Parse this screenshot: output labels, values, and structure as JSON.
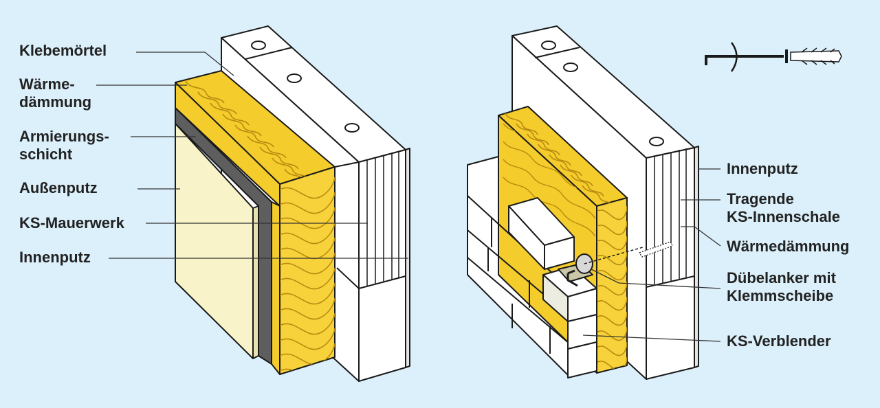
{
  "left_labels": [
    {
      "id": "klebemoertel",
      "lines": [
        "Klebemörtel"
      ]
    },
    {
      "id": "waermedaemmung",
      "lines": [
        "Wärme-",
        "dämmung"
      ]
    },
    {
      "id": "armierungsschicht",
      "lines": [
        "Armierungs-",
        "schicht"
      ]
    },
    {
      "id": "aussenputz",
      "lines": [
        "Außenputz"
      ]
    },
    {
      "id": "ks-mauerwerk",
      "lines": [
        "KS-Mauerwerk"
      ]
    },
    {
      "id": "innenputz",
      "lines": [
        "Innenputz"
      ]
    }
  ],
  "right_labels": [
    {
      "id": "innenputz",
      "lines": [
        "Innenputz"
      ]
    },
    {
      "id": "tragende-ks-innenschale",
      "lines": [
        "Tragende",
        "KS-Innenschale"
      ]
    },
    {
      "id": "waermedaemmung",
      "lines": [
        "Wärmedämmung"
      ]
    },
    {
      "id": "duebelanker",
      "lines": [
        "Dübelanker mit",
        "Klemmscheibe"
      ]
    },
    {
      "id": "ks-verblender",
      "lines": [
        "KS-Verblender"
      ]
    }
  ],
  "colors": {
    "background": "#dcf0fb",
    "insulation": "#f4cc2c",
    "insulation_front": "#f7d23a",
    "insulation_wave": "#b98a10",
    "plaster": "#f8f3c8",
    "mesh": "#5e5e5e",
    "brick": "#ffffff",
    "outline": "#1a1a1a"
  }
}
